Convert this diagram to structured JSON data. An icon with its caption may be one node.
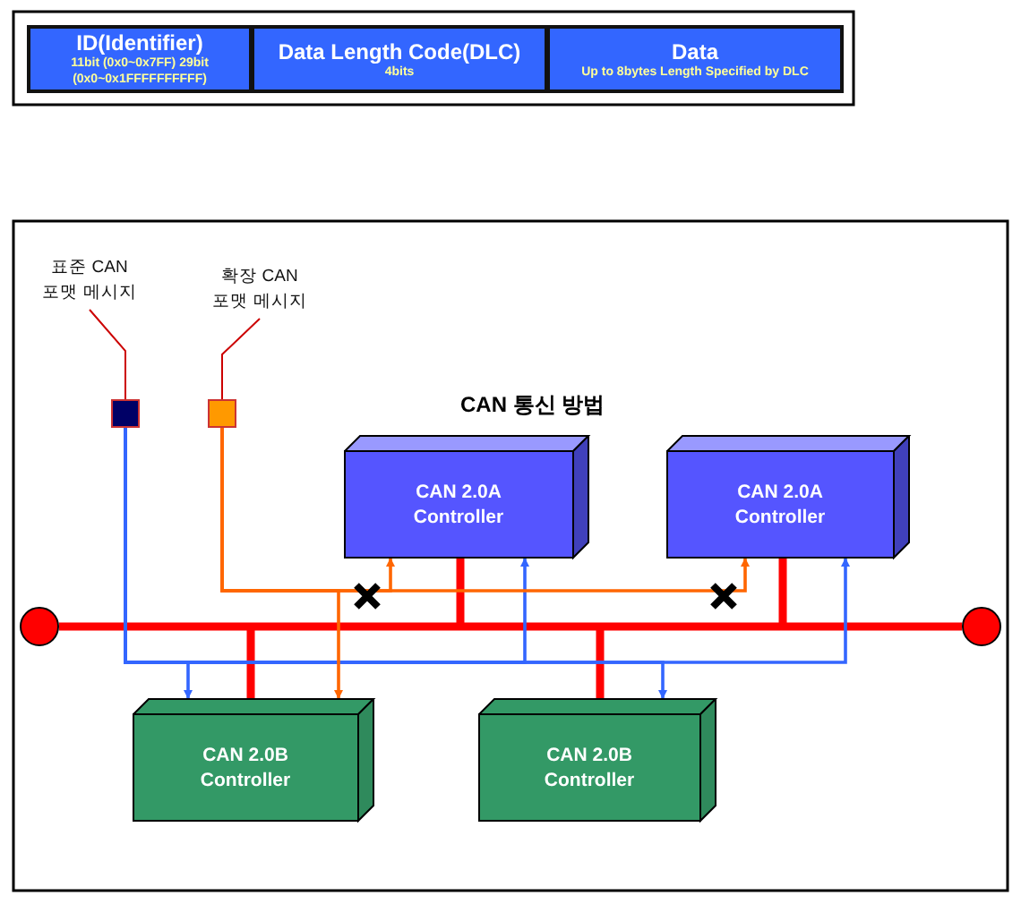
{
  "diagram": {
    "title": "CAN 통신 방법",
    "nodes": [
      {
        "text": [
          "ID(Identifier)",
          "11bit (0x0~0x7FF) 29bit (0x0~0x1FFFFFFFFFF)"
        ]
      },
      {
        "text": [
          "Data Length Code(DLC)",
          "4bits"
        ]
      },
      {
        "text": [
          "Data",
          "Up to 8bytes Length Specified by DLC"
        ]
      },
      {
        "text": [
          "표준 CAN 포맷 메시지"
        ]
      },
      {
        "text": [
          "확장 CAN 포맷 메시지"
        ]
      },
      {
        "text": [],
        "shape": "box"
      },
      {
        "text": [],
        "shape": "box"
      },
      {
        "text": [
          "CAN 2.0A Controller"
        ]
      },
      {
        "text": [
          "CAN 2.0A Controller"
        ]
      },
      {
        "text": [
          "CAN 2.0B Controller"
        ]
      },
      {
        "text": [
          "CAN 2.0B Controller"
        ]
      },
      {
        "text": [],
        "shape": "circle"
      },
      {
        "text": [],
        "shape": "circle"
      }
    ],
    "edges": [
      {
        "from": 3,
        "to": 5,
        "arrow": "none",
        "color": "#cc0000"
      },
      {
        "from": 4,
        "to": 6,
        "arrow": "none",
        "color": "#cc0000"
      },
      {
        "from": 11,
        "to": 12,
        "arrow": "none",
        "style": "thick",
        "color": "#ff0000"
      },
      {
        "from": 7,
        "to": null,
        "arrow": "none",
        "style": "thick",
        "color": "#ff0000"
      },
      {
        "from": 8,
        "to": null,
        "arrow": "none",
        "style": "thick",
        "color": "#ff0000"
      },
      {
        "from": 9,
        "to": null,
        "arrow": "none",
        "style": "thick",
        "color": "#ff0000"
      },
      {
        "from": 10,
        "to": null,
        "arrow": "none",
        "style": "thick",
        "color": "#ff0000"
      },
      {
        "from": 5,
        "to": 9,
        "arrow": "to",
        "color": "#3366ff"
      },
      {
        "from": 5,
        "to": 7,
        "arrow": "to",
        "color": "#3366ff"
      },
      {
        "from": 5,
        "to": 10,
        "arrow": "to",
        "color": "#3366ff"
      },
      {
        "from": 5,
        "to": 8,
        "arrow": "to",
        "color": "#3366ff"
      },
      {
        "from": 6,
        "to": 9,
        "arrow": "to",
        "color": "#ff6600"
      },
      {
        "from": 6,
        "to": 7,
        "arrow": "to",
        "color": "#ff6600"
      },
      {
        "from": 6,
        "to": 8,
        "arrow": "to",
        "color": "#ff6600"
      }
    ]
  }
}
